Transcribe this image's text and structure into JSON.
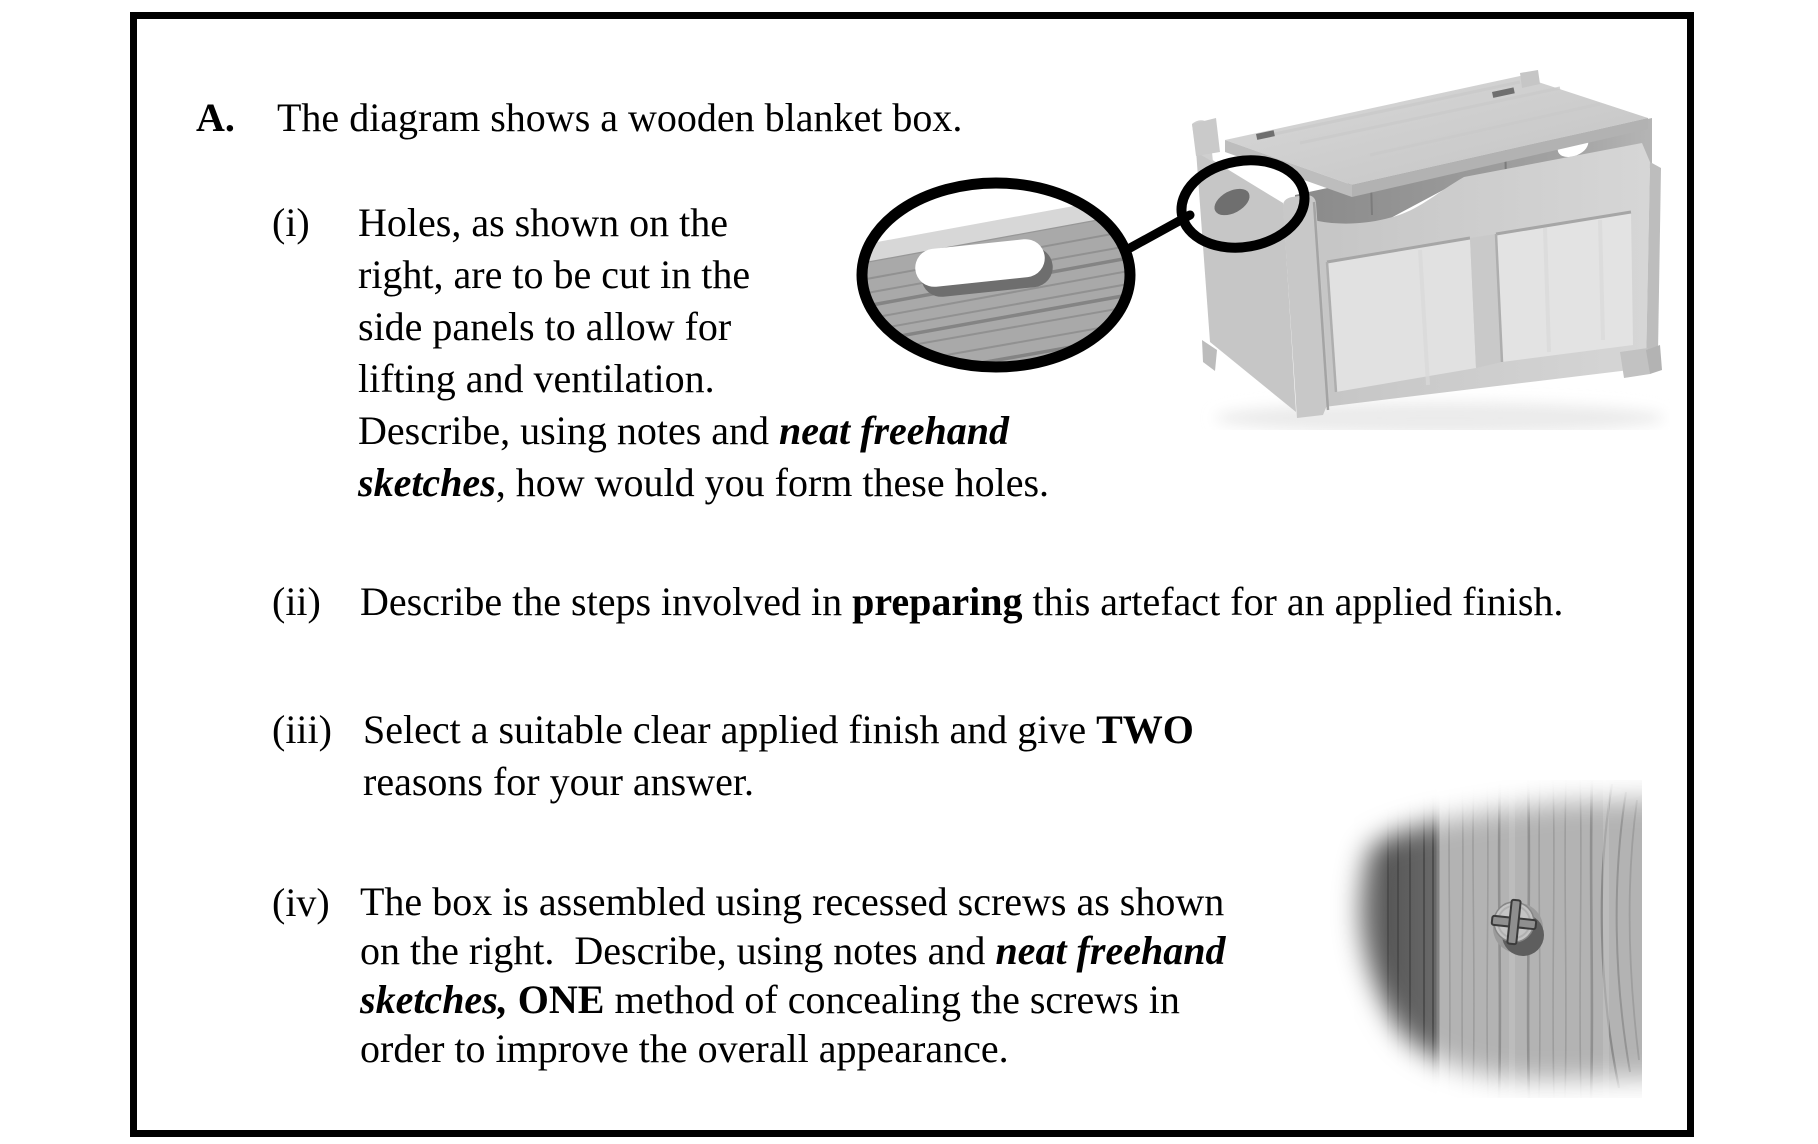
{
  "colors": {
    "ink": "#000000",
    "paper": "#ffffff"
  },
  "question": {
    "letter": "A.",
    "title": "The diagram shows a wooden blanket box.",
    "items": [
      {
        "numeral": "(i)",
        "lines": [
          [
            {
              "text": "Holes, as shown on the"
            }
          ],
          [
            {
              "text": "right, are to be cut in the"
            }
          ],
          [
            {
              "text": "side panels to allow for"
            }
          ],
          [
            {
              "text": "lifting and ventilation."
            }
          ],
          [
            {
              "text": "Describe, using notes and "
            },
            {
              "text": "neat freehand",
              "style": "bold-italic"
            }
          ],
          [
            {
              "text": "sketches",
              "style": "bold-italic"
            },
            {
              "text": ", how would you form these holes."
            }
          ]
        ]
      },
      {
        "numeral": "(ii)",
        "lines": [
          [
            {
              "text": "Describe the steps involved in "
            },
            {
              "text": "preparing",
              "style": "bold"
            },
            {
              "text": " this artefact for an applied finish."
            }
          ]
        ]
      },
      {
        "numeral": "(iii)",
        "lines": [
          [
            {
              "text": "Select a suitable clear applied finish and give "
            },
            {
              "text": "TWO",
              "style": "bold"
            }
          ],
          [
            {
              "text": "reasons for your answer."
            }
          ]
        ]
      },
      {
        "numeral": "(iv)",
        "lines": [
          [
            {
              "text": "The box is assembled using recessed screws as shown"
            }
          ],
          [
            {
              "text": "on the right.  Describe, using notes and "
            },
            {
              "text": "neat freehand",
              "style": "bold-italic"
            }
          ],
          [
            {
              "text": "sketches,",
              "style": "bold-italic"
            },
            {
              "text": " "
            },
            {
              "text": "ONE",
              "style": "bold"
            },
            {
              "text": " method of concealing the screws in"
            }
          ],
          [
            {
              "text": "order to improve the overall appearance."
            }
          ]
        ]
      }
    ]
  }
}
